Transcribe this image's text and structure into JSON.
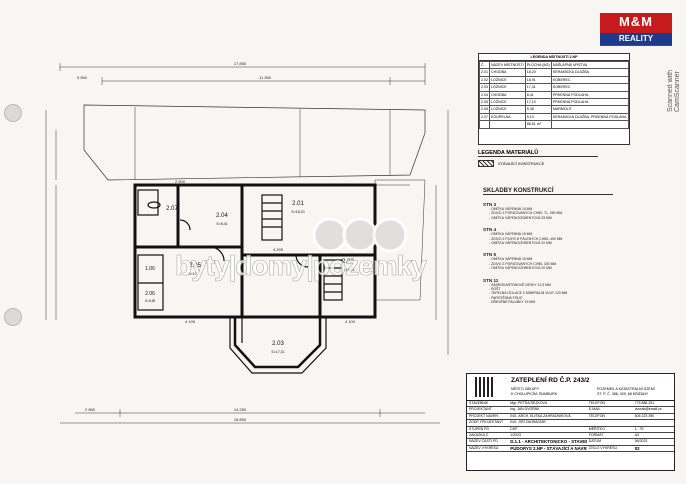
{
  "brand": {
    "logo_top": "M&M",
    "logo_bottom": "REALITY",
    "scanned": "Scanned with CamScanner"
  },
  "legend_table": {
    "title": "LEGENDA MÍSTNOSTÍ 2.NP",
    "headers": [
      "Č.",
      "NÁZEV MÍSTNOSTI",
      "PLOCHA (M2)",
      "NÁŠLAPNÁ VRSTVA"
    ],
    "rows": [
      [
        "2.01",
        "CHODBA",
        "18,20",
        "KERAMICKÁ DLAŽBA"
      ],
      [
        "2.02",
        "LOŽNICE",
        "18,91",
        "KOBEREC"
      ],
      [
        "2.03",
        "LOŽNICE",
        "17,31",
        "KOBEREC"
      ],
      [
        "2.04",
        "CHODBA",
        "8,41",
        "PRKENNÁ PODLAHA"
      ],
      [
        "2.05",
        "LOŽNICE",
        "17,10",
        "PRKENNÁ PODLAHA"
      ],
      [
        "2.06",
        "LOŽNICE",
        "5,38",
        "MARMOLIT"
      ],
      [
        "2.07",
        "KOUPELNA",
        "5,10",
        "KERAMICKÁ DLAŽBA, PRKENNÁ PODLAHA"
      ]
    ],
    "total": "88,51 m²"
  },
  "materials": {
    "heading": "LEGENDA MATERIÁLŮ",
    "item": "STÁVAJÍCÍ KONSTRUKCE"
  },
  "compositions": {
    "heading": "SKLADBY KONSTRUKCÍ",
    "groups": [
      {
        "name": "STN 3",
        "layers": [
          "- OMÍTKA VÁPENNÁ 15 MM",
          "- ZDIVO Z PORIZOVANÝCH CIHEL TL. 250 MM",
          "- OMÍTKA VÁPENOCEMENTOVÁ 25 MM"
        ]
      },
      {
        "name": "STN 4",
        "layers": [
          "- OMÍTKA VÁPENNÁ 15 MM",
          "- ZDIVO Z PLNÝCH PÁLENÝCH CIHEL 400 MM",
          "- OMÍTKA VÁPENOCEMENTOVÁ 20 MM"
        ]
      },
      {
        "name": "STN 5",
        "layers": [
          "- OMÍTKA VÁPENNÁ 15 MM",
          "- ZDIVO Z PORIZOVANÝCH CIHEL 300 MM",
          "- OMÍTKA VÁPENOCEMENTOVÁ 20 MM"
        ]
      },
      {
        "name": "STN 11",
        "layers": [
          "- SÁDROKARTONOVÉ DESKY 12,5 MM",
          "- ROŠT",
          "- TEPELNÁ IZOLACE Z MINERÁLNÍ VLNY 120 MM",
          "- PAROTĚSNÁ FÓLIE",
          "- DŘEVĚNÉ PALUBKY 19 MM"
        ]
      }
    ]
  },
  "title_block": {
    "title": "ZATEPLENÍ RD Č.P. 243/2",
    "sub_left": [
      "MĚSTO ZÁKUPY",
      "K CHOLUPICÍM, RUMBURK"
    ],
    "sub_right": [
      "POZEMEK A KATASTRÁLNÍ ÚZEMÍ",
      "ST. P. Č. 388, 309, 68 KRIŽANY"
    ],
    "rows": [
      [
        "STAVEBNÍK",
        "Mgr. PETRA REZKOVÁ",
        "TELEFON",
        "775 888 251"
      ],
      [
        "PROJEKTANT",
        "Ing. JAN DVOŘÁK",
        "E-MAIL",
        "dvorak@email.cz"
      ],
      [
        "PROJEKT NAVRH.",
        "ING. ARCH. ELIŠKA ZAHRADNÍKOVÁ",
        "TELEFON",
        "606 223 390"
      ],
      [
        "ZODP. PROJEKTANT",
        "ING. JIŘÍ ZAHRADNÍK",
        "",
        ""
      ],
      [
        "STUPEŇ PD",
        "DSP",
        "MĚŘÍTKO",
        "1 : 75"
      ],
      [
        "ZAKÁZKA Č.",
        "1/2023",
        "FORMÁT",
        "A3"
      ]
    ],
    "part_label": "NÁZEV ČÁSTI PD",
    "part": "D.1.1 - ARCHITEKTONICKO - STAVEBNÍ ŘEŠENÍ",
    "date_label": "DATUM",
    "date": "06/2023",
    "drawing_label": "NÁZEV VÝKRESU",
    "drawing": "PŮDORYS 2.NP - STÁVAJÍCÍ A NAVRH. STAV",
    "sheet_label": "ČÍSLO VÝKRESU",
    "sheet": "02"
  },
  "plan": {
    "rooms": [
      {
        "id": "2.07",
        "area": ""
      },
      {
        "id": "2.04",
        "area": "S=8,41"
      },
      {
        "id": "2.01",
        "area": "S=18,20"
      },
      {
        "id": "2.05",
        "area": "S=17,10"
      },
      {
        "id": "2.02",
        "area": "S=18,91"
      },
      {
        "id": "2.06",
        "area": "S=5,38"
      },
      {
        "id": "2.03",
        "area": "S=17,31"
      },
      {
        "id": "1.06",
        "area": ""
      }
    ],
    "dims": [
      "17 850",
      "11 350",
      "14 250",
      "16 850",
      "2 650",
      "3 550",
      "4 195",
      "4 100",
      "4 295",
      "2 500"
    ]
  },
  "watermark": "byty|domy|pozemky"
}
